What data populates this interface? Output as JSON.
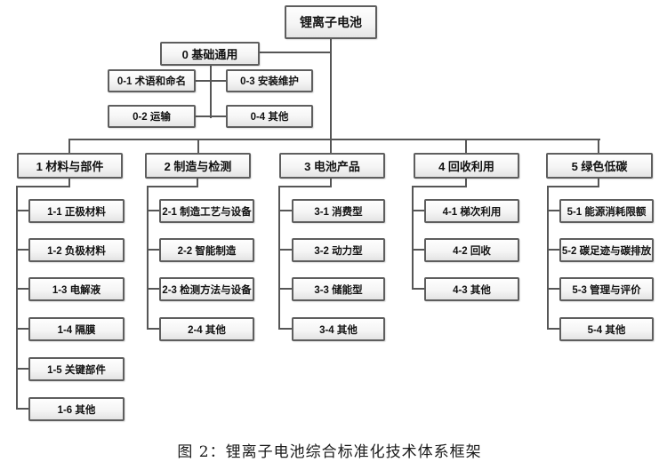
{
  "diagram": {
    "root": {
      "label": "锂离子电池"
    },
    "base": {
      "label": "0 基础通用",
      "children": [
        "0-1 术语和命名",
        "0-3 安装维护",
        "0-2 运输",
        "0-4 其他"
      ]
    },
    "branches": [
      {
        "label": "1 材料与部件",
        "children": [
          "1-1 正极材料",
          "1-2 负极材料",
          "1-3 电解液",
          "1-4 隔膜",
          "1-5 关键部件",
          "1-6 其他"
        ]
      },
      {
        "label": "2 制造与检测",
        "children": [
          "2-1 制造工艺与设备",
          "2-2 智能制造",
          "2-3 检测方法与设备",
          "2-4 其他"
        ]
      },
      {
        "label": "3 电池产品",
        "children": [
          "3-1 消费型",
          "3-2 动力型",
          "3-3 储能型",
          "3-4 其他"
        ]
      },
      {
        "label": "4 回收利用",
        "children": [
          "4-1 梯次利用",
          "4-2 回收",
          "4-3 其他"
        ]
      },
      {
        "label": "5 绿色低碳",
        "children": [
          "5-1 能源消耗限额",
          "5-2 碳足迹与碳排放",
          "5-3 管理与评价",
          "5-4 其他"
        ]
      }
    ],
    "caption": "图 2：锂离子电池综合标准化技术体系框架",
    "colors": {
      "line": "#565656",
      "box_border": "#5e5e5e",
      "box_fill_top": "#fefefe",
      "box_fill_bottom": "#e4e4e4",
      "text": "#111111",
      "background": "#ffffff"
    }
  }
}
